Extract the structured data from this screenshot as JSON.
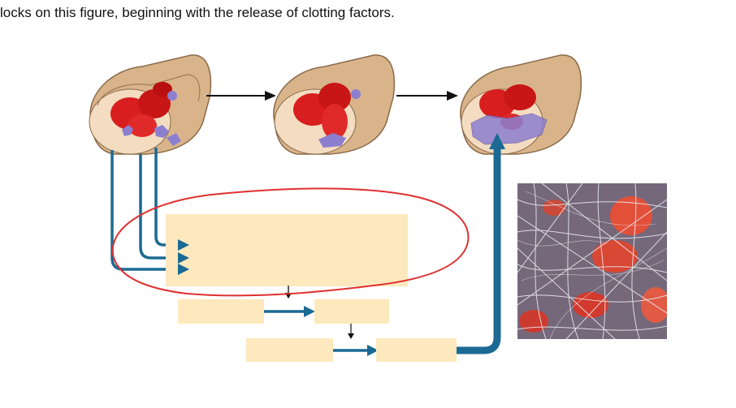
{
  "caption": "locks on this figure, beginning with the release of clotting factors.",
  "colors": {
    "vessel_outer": "#d9b48a",
    "vessel_inner": "#f3dcc0",
    "red_cell": "#d81e1e",
    "platelet": "#8c7fd0",
    "arrow_blue": "#1b6a93",
    "blank_box": "#fde9bd",
    "annotation_circle": "#e03030",
    "fibrin_bg": "#9a8aa0"
  },
  "figure": {
    "panels": [
      "vessel-injury",
      "platelet-plug",
      "fibrin-clot"
    ],
    "blank_label_boxes": 5,
    "micrograph": "fibrin-mesh-with-red-blood-cells"
  }
}
